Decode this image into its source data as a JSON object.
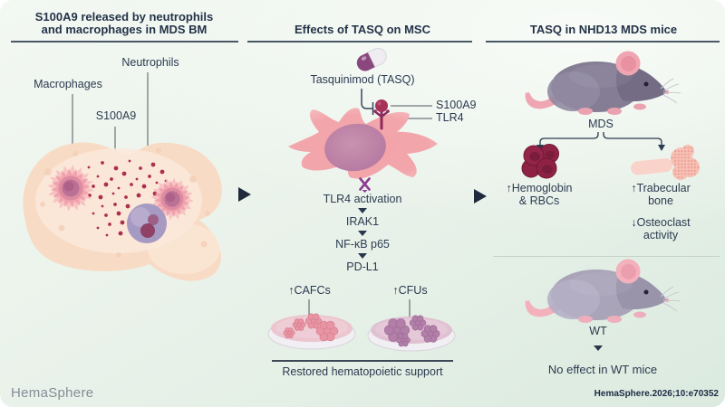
{
  "colors": {
    "text_navy": "#243349",
    "background_mint": "#e9f2ea",
    "pill_purple": "#8a477d",
    "msc_cell_pink": "#f2a2a7",
    "rbc_crimson": "#8e2245",
    "blocked_purple": "#8e3b92"
  },
  "icons": {
    "panel_arrow": "right-triangle",
    "down_arrow": "down-triangle",
    "inhibition_connector": "elbow-with-bar",
    "blocked": "x-cross"
  },
  "left_panel": {
    "title_line1": "S100A9 released by neutrophils",
    "title_line2": "and macrophages in MDS BM",
    "label_macrophages": "Macrophages",
    "label_neutrophils": "Neutrophils",
    "label_s100a9": "S100A9"
  },
  "middle_panel": {
    "title": "Effects of TASQ on MSC",
    "pill_label": "Tasquinimod (TASQ)",
    "receptor_labels": {
      "s100a9": "S100A9",
      "tlr4": "TLR4"
    },
    "pathway": [
      "TLR4 activation",
      "IRAK1",
      "NF-κB p65",
      "PD-L1"
    ],
    "cafc_label": "↑CAFCs",
    "cfu_label": "↑CFUs",
    "restored_label": "Restored hematopoietic support"
  },
  "right_panel": {
    "title": "TASQ in NHD13 MDS mice",
    "mds_label": "MDS",
    "hemoglobin_line1": "↑Hemoglobin",
    "hemoglobin_line2": "& RBCs",
    "trabecular_line1": "↑Trabecular",
    "trabecular_line2": "bone",
    "osteoclast_line1": "↓Osteoclast",
    "osteoclast_line2": "activity",
    "wt_label": "WT",
    "no_effect_label": "No effect in WT mice"
  },
  "footer": {
    "logo": "HemaSphere",
    "citation": "HemaSphere.2026;10:e70352"
  }
}
